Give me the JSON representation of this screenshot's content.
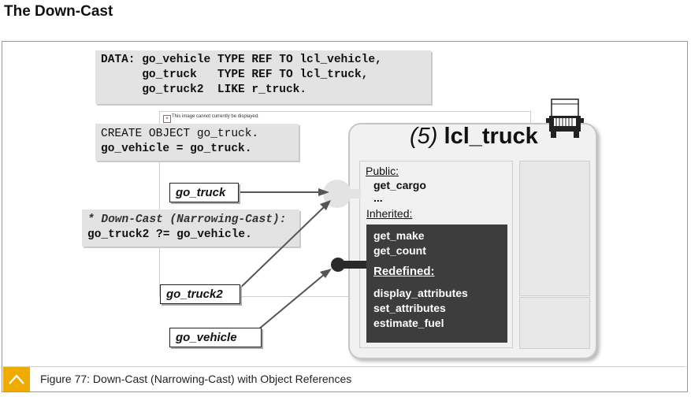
{
  "heading": "The Down-Cast",
  "code_decl": {
    "lines": [
      "DATA: go_vehicle TYPE REF TO lcl_vehicle,",
      "      go_truck   TYPE REF TO lcl_truck,",
      "      go_truck2  LIKE r_truck."
    ]
  },
  "code_create": {
    "lines": [
      "CREATE OBJECT go_truck.",
      "go_vehicle = go_truck."
    ]
  },
  "code_cast": {
    "lines": [
      "* Down-Cast (Narrowing-Cast):",
      "go_truck2 ?= go_vehicle."
    ]
  },
  "broken_image": {
    "text": "This image cannot currently be displayed."
  },
  "refs": {
    "go_truck": "go_truck",
    "go_truck2": "go_truck2",
    "go_vehicle": "go_vehicle"
  },
  "object": {
    "number": "(5)",
    "name": "lcl_truck",
    "icon": "truck-icon",
    "public_label": "Public:",
    "public_items": [
      "get_cargo",
      "..."
    ],
    "inherited_label": "Inherited:",
    "inherited_items": [
      "get_make",
      "get_count"
    ],
    "redefined_label": "Redefined:",
    "redefined_items": [
      "display_attributes",
      "set_attributes",
      "estimate_fuel"
    ]
  },
  "caption": {
    "icon": "chevron-up-icon",
    "text": "Figure 77: Down-Cast  (Narrowing-Cast) with Object References"
  },
  "colors": {
    "accent": "#f0ab00",
    "dark_panel": "#3d3d3d",
    "code_bg": "#e3e3e3"
  }
}
